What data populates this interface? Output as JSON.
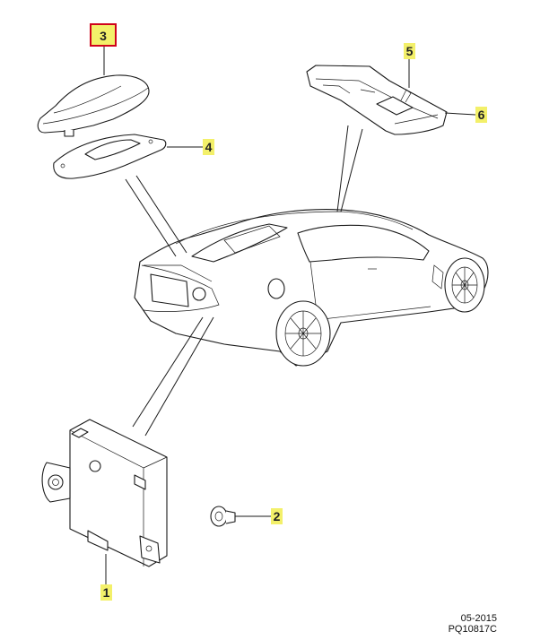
{
  "callouts": [
    {
      "id": "3",
      "label": "3",
      "part": "roof-antenna-cover",
      "selected": true
    },
    {
      "id": "4",
      "label": "4",
      "part": "antenna-gasket"
    },
    {
      "id": "5",
      "label": "5",
      "part": "overhead-console-bracket"
    },
    {
      "id": "6",
      "label": "6",
      "part": "overhead-console"
    },
    {
      "id": "2",
      "label": "2",
      "part": "grommet"
    },
    {
      "id": "1",
      "label": "1",
      "part": "control-module"
    }
  ],
  "colors": {
    "callout_highlight": "#f3f06a",
    "selection_frame": "#d0021b",
    "line": "#1a1a1a"
  },
  "footer": {
    "date": "05-2015",
    "code": "PQ10817C"
  }
}
